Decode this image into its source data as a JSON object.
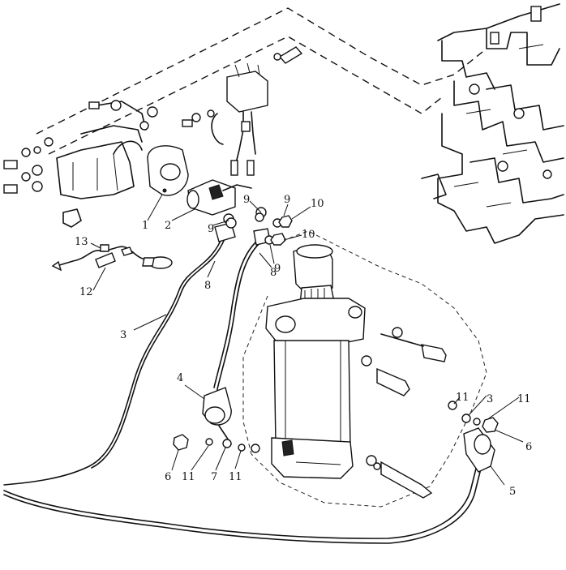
{
  "diagram": {
    "callouts": [
      {
        "id": "c1",
        "text": "1"
      },
      {
        "id": "c2",
        "text": "2"
      },
      {
        "id": "c3a",
        "text": "3"
      },
      {
        "id": "c3b",
        "text": "3"
      },
      {
        "id": "c4",
        "text": "4"
      },
      {
        "id": "c5",
        "text": "5"
      },
      {
        "id": "c6a",
        "text": "6"
      },
      {
        "id": "c6b",
        "text": "6"
      },
      {
        "id": "c7",
        "text": "7"
      },
      {
        "id": "c8a",
        "text": "8"
      },
      {
        "id": "c8b",
        "text": "8"
      },
      {
        "id": "c9a",
        "text": "9"
      },
      {
        "id": "c9b",
        "text": "9"
      },
      {
        "id": "c9c",
        "text": "9"
      },
      {
        "id": "c9d",
        "text": "9"
      },
      {
        "id": "c10a",
        "text": "10"
      },
      {
        "id": "c10b",
        "text": "10"
      },
      {
        "id": "c11a",
        "text": "11"
      },
      {
        "id": "c11b",
        "text": "11"
      },
      {
        "id": "c11c",
        "text": "11"
      },
      {
        "id": "c11d",
        "text": "11"
      },
      {
        "id": "c12",
        "text": "12"
      },
      {
        "id": "c13",
        "text": "13"
      }
    ]
  }
}
